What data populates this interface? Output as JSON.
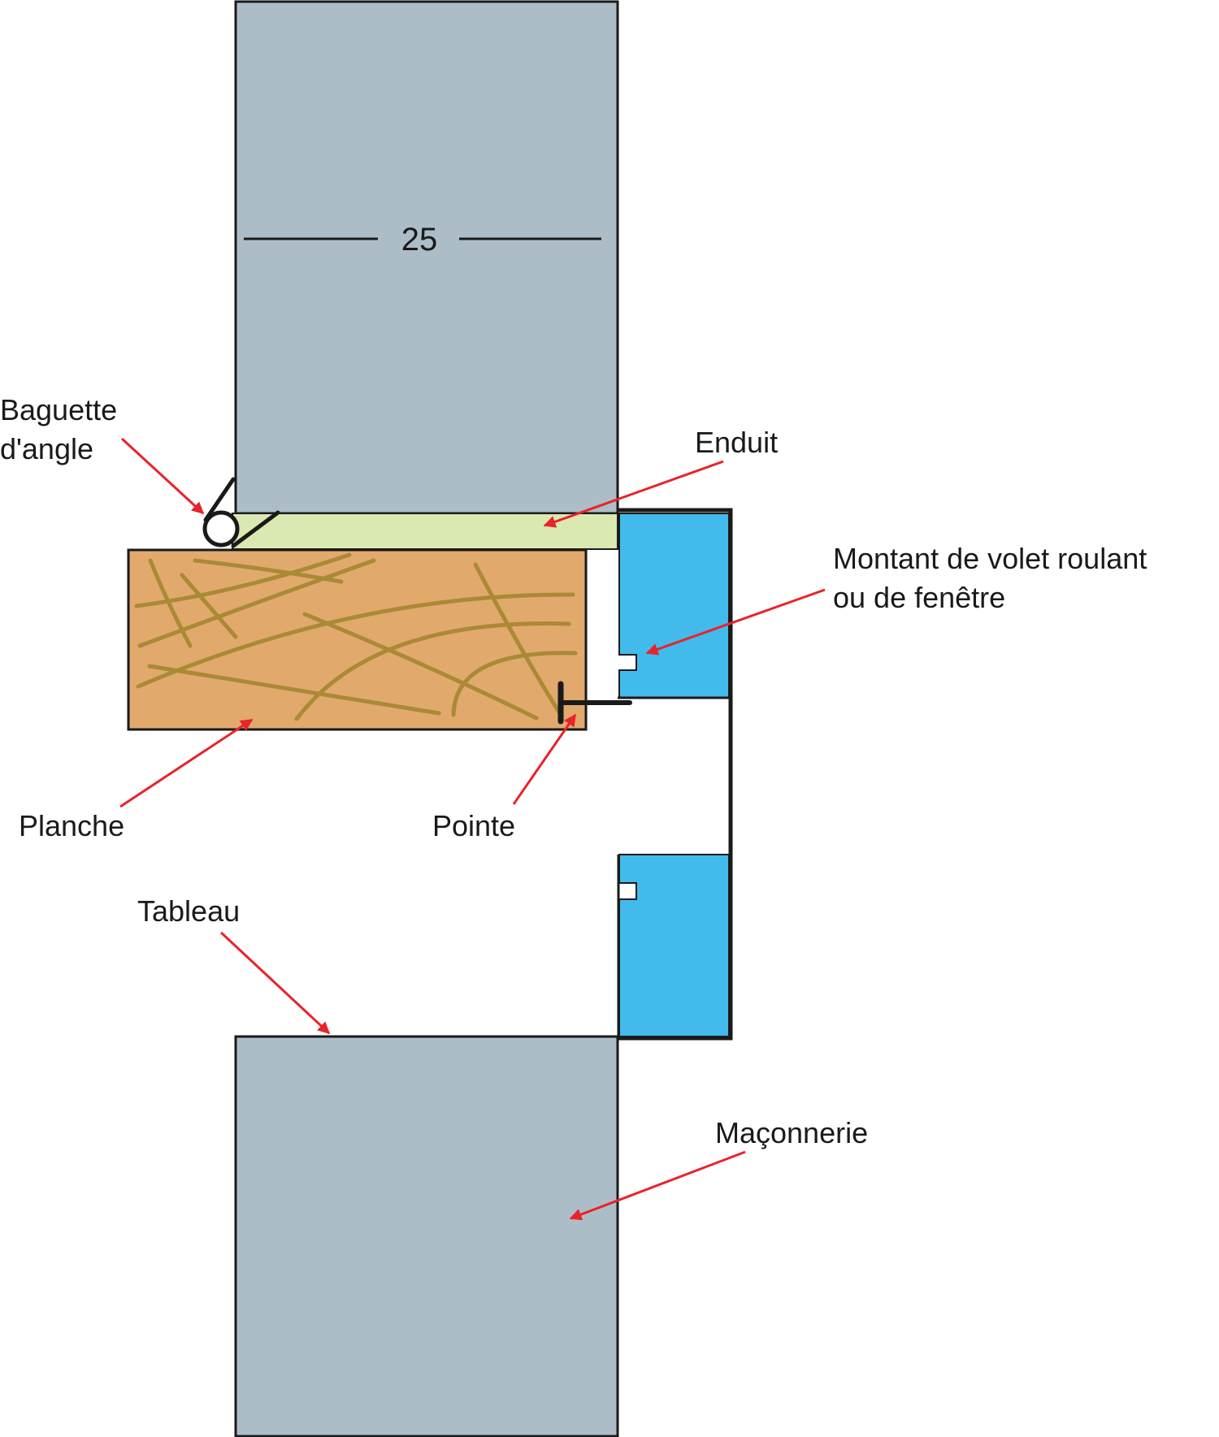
{
  "dimension": {
    "value": "25"
  },
  "labels": {
    "baguette_line1": "Baguette",
    "baguette_line2": "d'angle",
    "enduit": "Enduit",
    "montant_line1": "Montant de volet roulant",
    "montant_line2": "ou de fenêtre",
    "planche": "Planche",
    "pointe": "Pointe",
    "tableau": "Tableau",
    "maconnerie": "Maçonnerie"
  },
  "colors": {
    "masonry": "#adbdc8",
    "enduit": "#dae8b2",
    "wood": "#e2a96d",
    "wood_grain": "#a98a35",
    "frame": "#42baeb",
    "outline": "#1a1a1a",
    "arrow": "#e8232a"
  }
}
